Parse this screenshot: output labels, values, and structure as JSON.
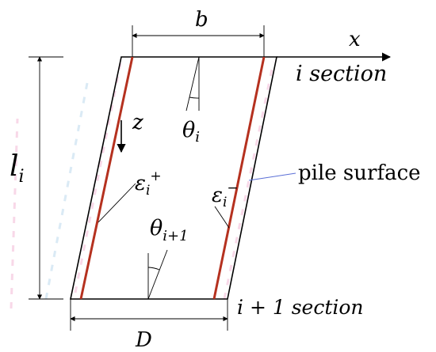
{
  "labels": {
    "b": "b",
    "x": "x",
    "i_section": "i section",
    "l_i": "l",
    "l_sub": "i",
    "z": "z",
    "theta_i": "θ",
    "theta_i_sub": "i",
    "pile_surface": "pile surface",
    "eps_plus": "ε",
    "eps_plus_sub": "i",
    "eps_plus_sup": "+",
    "eps_minus": "ε",
    "eps_minus_sub": "i",
    "eps_minus_sup": "−",
    "theta_i1": "θ",
    "theta_i1_sub": "i+1",
    "i1_section": "i + 1 section",
    "D": "D"
  },
  "colors": {
    "strain_gauge": "#b5311f",
    "ghost": "#f2b8d6",
    "ghost_alt": "#bcd8ec",
    "leader_blue": "#5b6fd6"
  }
}
